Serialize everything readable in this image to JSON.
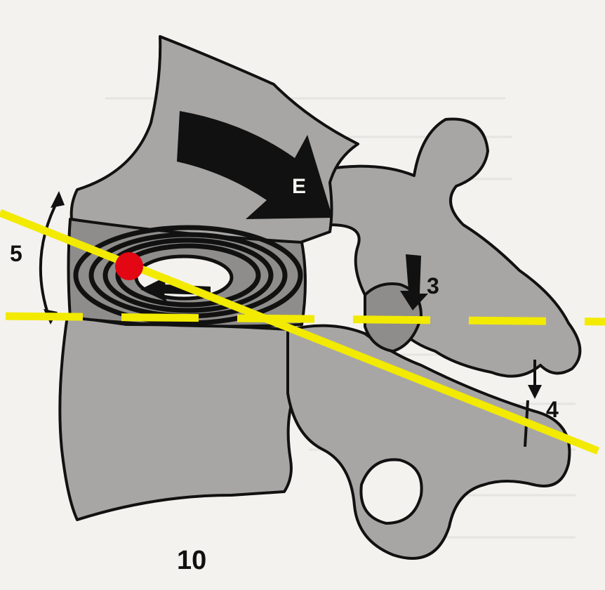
{
  "figure_number": "10",
  "labels": {
    "extension": "E",
    "label_3": "3",
    "label_4": "4",
    "label_5": "5"
  },
  "colors": {
    "background": "#f4f2ee",
    "bone": "#a8a6a4",
    "outline": "#111111",
    "overlay_line": "#f2ea00",
    "marker": "#e30613"
  },
  "overlay": {
    "solid_line": "yellow-solid-line",
    "dashed_line": "yellow-dashed-line",
    "marker": "red-dot"
  }
}
